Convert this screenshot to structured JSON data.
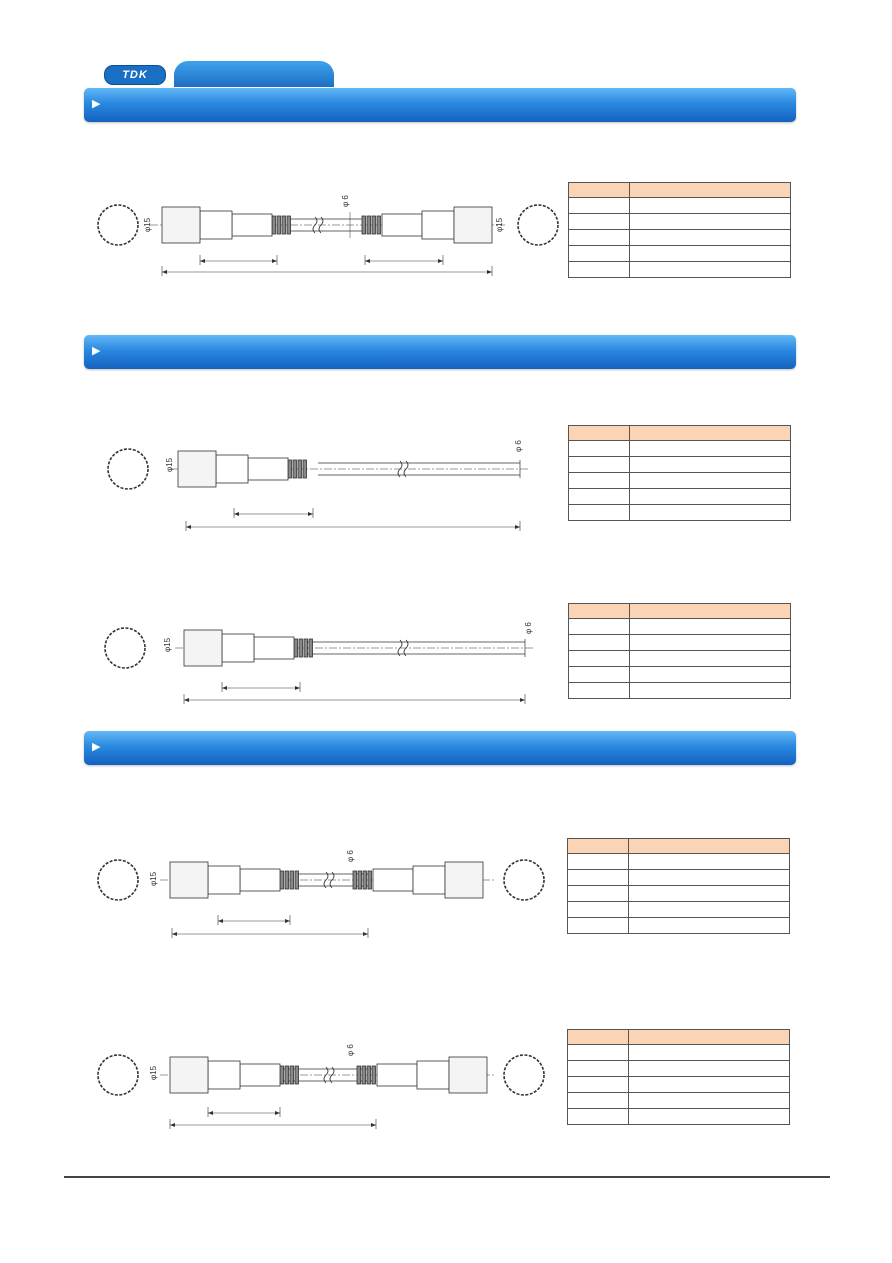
{
  "header": {
    "logo_text": "TDK"
  },
  "dimension_label_phi15": "φ15",
  "dimension_label_phi6": "φ 6",
  "colors": {
    "band_top": "#63b8f6",
    "band_bottom": "#1462bf",
    "table_header": "#fbd4b6"
  },
  "icons": {
    "band_marker": "right-triangle-icon"
  }
}
